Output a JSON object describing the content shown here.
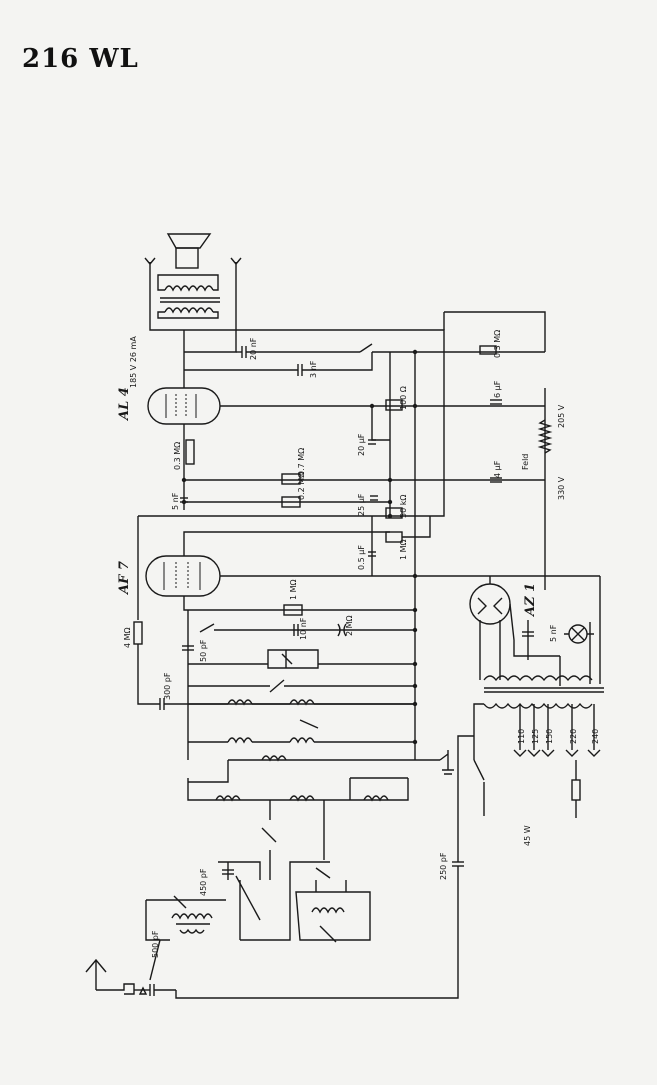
{
  "title": "216 WL",
  "tubes": {
    "output": "AL 4",
    "output_note": "185 V 26 mA",
    "detector": "AF 7",
    "rectifier": "AZ 1"
  },
  "labels": {
    "c_speaker": "20 nF",
    "c_plate": "3 nF",
    "r_grid_al4": "0.3 MΩ",
    "r_cath": "100 Ω",
    "c_cath": "20 µF",
    "r_mid1": "0.7 MΩ",
    "r_mid2": "0.2 MΩ",
    "c_5nf": "5 nF",
    "c_25": "25 µF",
    "r_50k": "50 kΩ",
    "r_1m_a": "1 MΩ",
    "c_05": "0.5 µF",
    "r_03_top": "0.3 MΩ",
    "c_6uf": "6 µF",
    "c_4uf": "4 µF",
    "field": "Feld",
    "v205": "205 V",
    "v330": "330 V",
    "r_4m": "4 MΩ",
    "c_300": "300 pF",
    "c_50": "50 pF",
    "r_1m_b": "1 MΩ",
    "c_10n": "10 nF",
    "c_2m": "2 MΩ",
    "c_5nf_b": "5 nF",
    "taps": [
      "110",
      "125",
      "150",
      "220",
      "240"
    ],
    "power": "45 W",
    "c_250": "250 pF",
    "c_450": "450 pF",
    "c_500": "500 pF"
  }
}
